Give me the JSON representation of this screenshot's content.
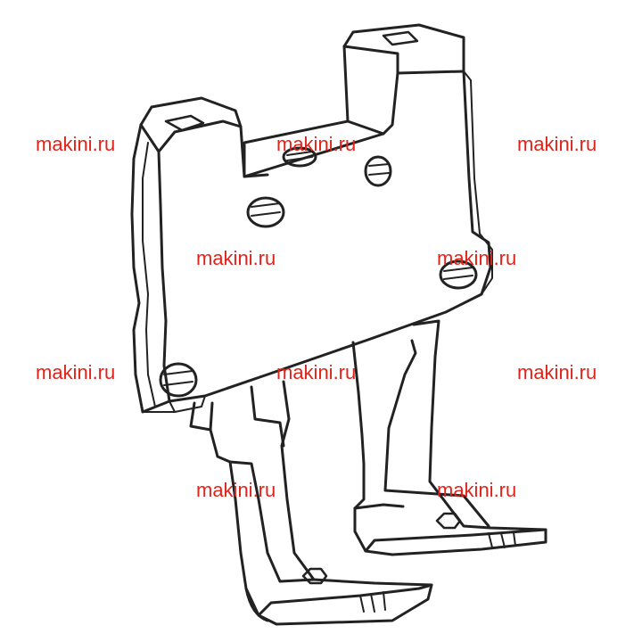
{
  "image": {
    "subject": "presser-foot-line-drawing",
    "line_color": "#222222",
    "background_color": "#ffffff"
  },
  "watermark": {
    "text": "makini.ru",
    "color": "#e2231a",
    "repeat_count": 10
  }
}
